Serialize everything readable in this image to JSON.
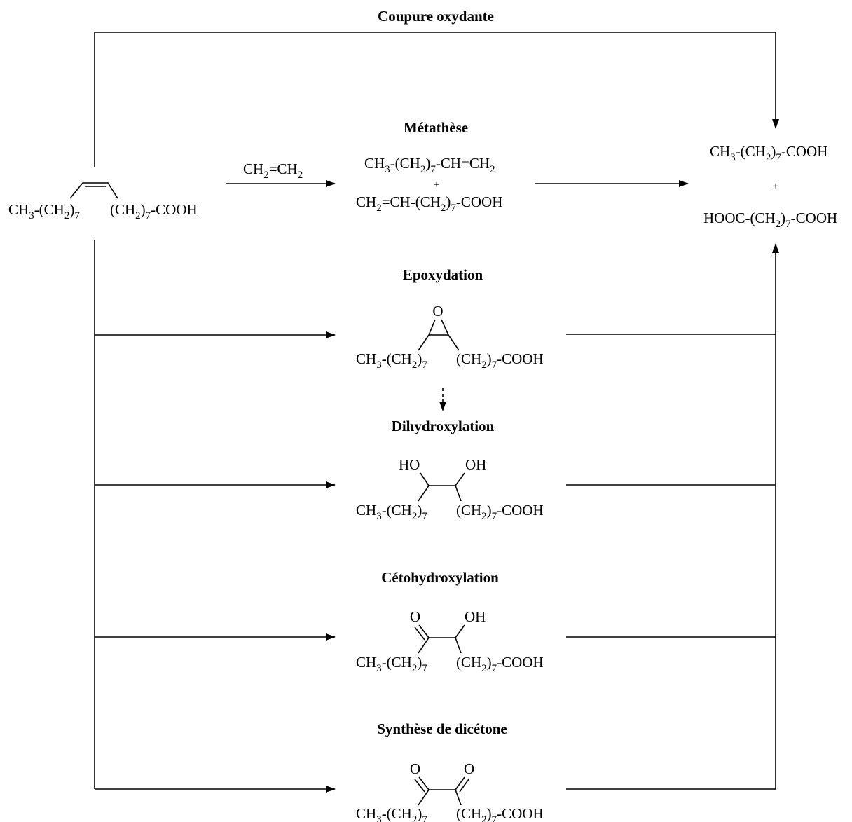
{
  "titles": {
    "cleavage": "Coupure oxydante",
    "metathesis": "Métathèse",
    "epoxidation": "Epoxydation",
    "dihydroxylation": "Dihydroxylation",
    "ketohydroxylation": "Cétohydroxylation",
    "diketone": "Synthèse de dicétone"
  },
  "start": {
    "left": "CH3-(CH2)7",
    "right": "(CH2)7-COOH"
  },
  "reagent": "CH2=CH2",
  "metathesis_products": {
    "line1": "CH3-(CH2)7-CH=CH2",
    "plus": "+",
    "line2": "CH2=CH-(CH2)7-COOH"
  },
  "final_products": {
    "line1": "CH3-(CH2)7-COOH",
    "plus": "+",
    "line2": "HOOC-(CH2)7-COOH"
  },
  "epoxide": {
    "o": "O",
    "left": "CH3-(CH2)7",
    "right": "(CH2)7-COOH"
  },
  "diol": {
    "oh_left": "HO",
    "oh_right": "OH",
    "left": "CH3-(CH2)7",
    "right": "(CH2)7-COOH"
  },
  "ketol": {
    "o": "O",
    "oh": "OH",
    "left": "CH3-(CH2)7",
    "right": "(CH2)7-COOH"
  },
  "diketone": {
    "o1": "O",
    "o2": "O",
    "left": "CH3-(CH2)7",
    "right": "(CH2)7-COOH"
  }
}
